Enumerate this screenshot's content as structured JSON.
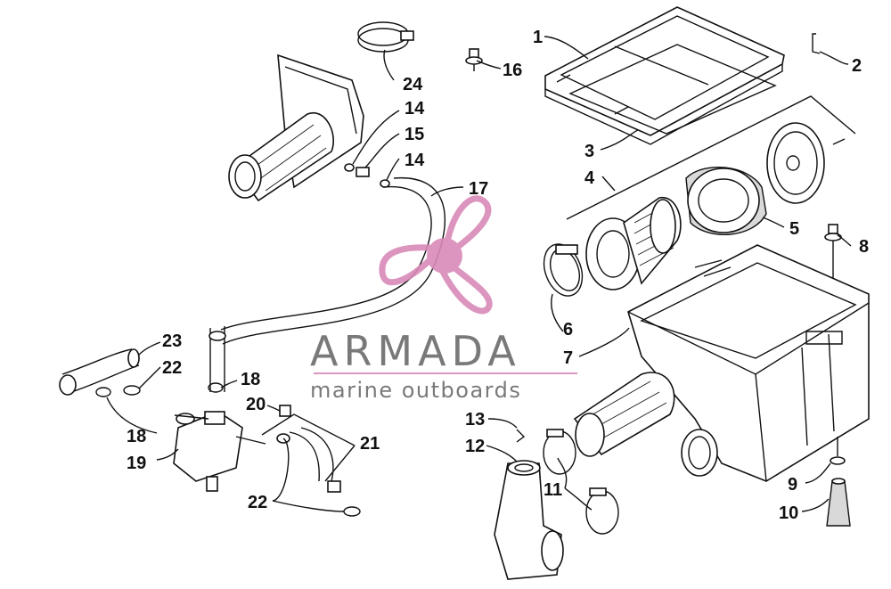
{
  "watermark": {
    "brand": "ARMADA",
    "tagline": "marine outboards",
    "logo_color": "#d98ab8",
    "text_color": "#6b6b6b"
  },
  "callouts": {
    "c1": "1",
    "c2": "2",
    "c3": "3",
    "c4": "4",
    "c5": "5",
    "c6": "6",
    "c7": "7",
    "c8": "8",
    "c9": "9",
    "c10": "10",
    "c11": "11",
    "c12": "12",
    "c13": "13",
    "c14a": "14",
    "c14b": "14",
    "c15": "15",
    "c16": "16",
    "c17": "17",
    "c18a": "18",
    "c18b": "18",
    "c19": "19",
    "c20": "20",
    "c21": "21",
    "c22a": "22",
    "c22b": "22",
    "c23": "23",
    "c24": "24"
  }
}
